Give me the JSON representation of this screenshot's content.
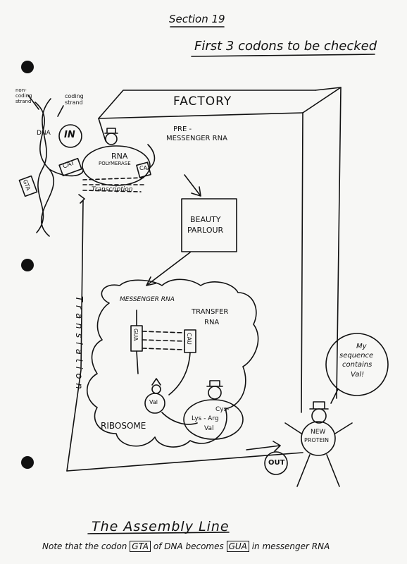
{
  "header": {
    "section": "Section 19",
    "note": "First 3 codons to be checked"
  },
  "dna_area": {
    "noncoding_label": "non-coding strand",
    "coding_label": "coding strand",
    "dna_label": "DNA",
    "in_label": "IN",
    "codon_dna_box": "CAT",
    "gta_box": "GTA"
  },
  "factory": {
    "title": "FACTORY",
    "rna_polymerase_line1": "RNA",
    "rna_polymerase_line2": "POLYMERASE",
    "pre_mrna_line1": "PRE -",
    "pre_mrna_line2": "MESSENGER RNA",
    "transcription": "Transcription",
    "small_box": "CA",
    "beauty_line1": "BEAUTY",
    "beauty_line2": "PARLOUR",
    "translation": "Translation",
    "out_label": "OUT"
  },
  "ribosome": {
    "messenger_rna": "MESSENGER RNA",
    "transfer_line1": "TRANSFER",
    "transfer_line2": "RNA",
    "codon_gua": "GUA",
    "anticodon": "CAU",
    "val_small": "Val",
    "chain_line1": "Cys-",
    "chain_line2": "Lys - Arg",
    "chain_line3": "Val",
    "ribosome_label": "RIBOSOME"
  },
  "protein": {
    "speech_line1": "My",
    "speech_line2": "sequence",
    "speech_line3": "contains",
    "speech_line4": "Val!",
    "label_line1": "NEW",
    "label_line2": "PROTEIN"
  },
  "footer": {
    "title": "The Assembly Line",
    "note_prefix": "Note that the codon",
    "note_codon_dna": "GTA",
    "note_middle_1": "of DNA",
    "note_middle_2": "becomes",
    "note_codon_rna": "GUA",
    "note_suffix": "in messenger RNA"
  }
}
